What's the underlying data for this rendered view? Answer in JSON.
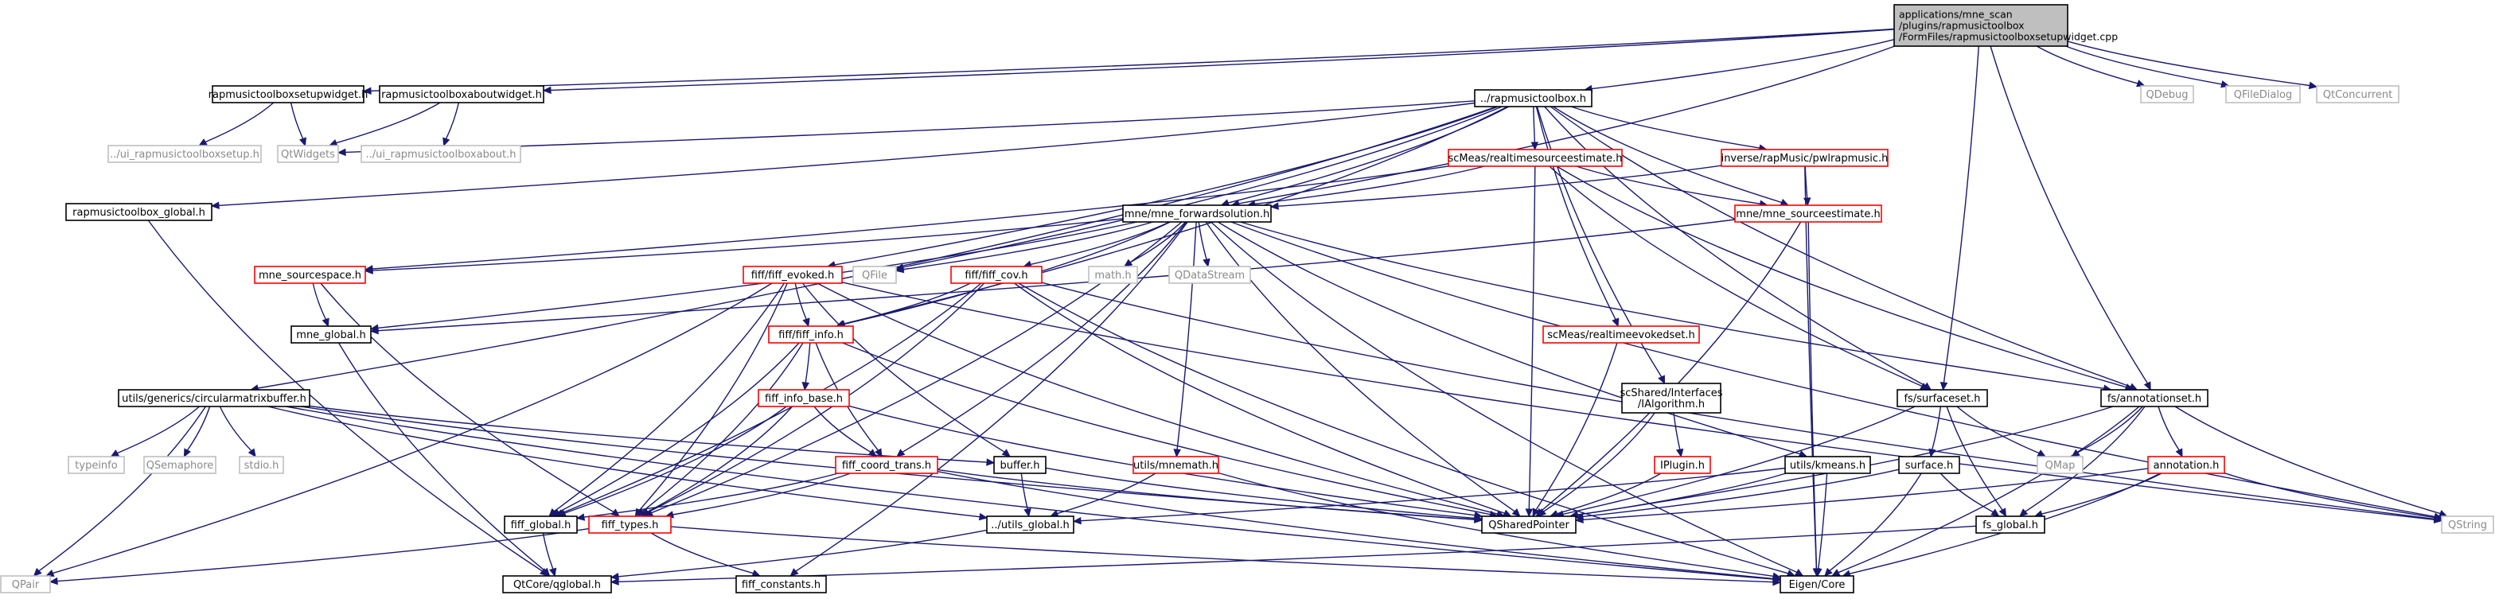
{
  "graph": {
    "root": {
      "lines": [
        "applications/mne_scan",
        "/plugins/rapmusictoolbox",
        "/FormFiles/rapmusictoolboxsetupwidget.cpp"
      ]
    },
    "nodes": [
      {
        "key": "setupwidget_h",
        "label": "rapmusictoolboxsetupwidget.h",
        "style": "normal"
      },
      {
        "key": "aboutwidget_h",
        "label": "rapmusictoolboxaboutwidget.h",
        "style": "normal"
      },
      {
        "key": "rapmusictoolbox_h",
        "label": "../rapmusictoolbox.h",
        "style": "normal"
      },
      {
        "key": "qdebug",
        "label": "QDebug",
        "style": "grey"
      },
      {
        "key": "qfiledialog",
        "label": "QFileDialog",
        "style": "grey"
      },
      {
        "key": "qtconcurrent",
        "label": "QtConcurrent",
        "style": "grey"
      },
      {
        "key": "ui_setup",
        "label": "../ui_rapmusictoolboxsetup.h",
        "style": "grey"
      },
      {
        "key": "qtwidgets",
        "label": "QtWidgets",
        "style": "grey"
      },
      {
        "key": "ui_about",
        "label": "../ui_rapmusictoolboxabout.h",
        "style": "grey"
      },
      {
        "key": "realtimesourceestimate",
        "label": "scMeas/realtimesourceestimate.h",
        "style": "red"
      },
      {
        "key": "pwlrapmusic",
        "label": "inverse/rapMusic/pwlrapmusic.h",
        "style": "red"
      },
      {
        "key": "toolbox_global",
        "label": "rapmusictoolbox_global.h",
        "style": "normal"
      },
      {
        "key": "mne_forwardsolution",
        "label": "mne/mne_forwardsolution.h",
        "style": "normal"
      },
      {
        "key": "mne_sourceestimate",
        "label": "mne/mne_sourceestimate.h",
        "style": "red"
      },
      {
        "key": "mne_sourcespace",
        "label": "mne_sourcespace.h",
        "style": "red"
      },
      {
        "key": "fiff_evoked",
        "label": "fiff/fiff_evoked.h",
        "style": "red"
      },
      {
        "key": "qfile",
        "label": "QFile",
        "style": "grey"
      },
      {
        "key": "fiff_cov",
        "label": "fiff/fiff_cov.h",
        "style": "red"
      },
      {
        "key": "math_h",
        "label": "math.h",
        "style": "grey"
      },
      {
        "key": "qdatastream",
        "label": "QDataStream",
        "style": "grey"
      },
      {
        "key": "mne_global",
        "label": "mne_global.h",
        "style": "normal"
      },
      {
        "key": "fiff_info",
        "label": "fiff/fiff_info.h",
        "style": "red"
      },
      {
        "key": "realtimeevokedset",
        "label": "scMeas/realtimeevokedset.h",
        "style": "red"
      },
      {
        "key": "circularmatrixbuffer",
        "label": "utils/generics/circularmatrixbuffer.h",
        "style": "normal"
      },
      {
        "key": "ialgorithm",
        "label": "scShared/Interfaces/IAlgorithm.h",
        "style": "normal"
      },
      {
        "key": "surfaceset",
        "label": "fs/surfaceset.h",
        "style": "normal"
      },
      {
        "key": "annotationset",
        "label": "fs/annotationset.h",
        "style": "normal"
      },
      {
        "key": "fiff_info_base",
        "label": "fiff_info_base.h",
        "style": "red"
      },
      {
        "key": "typeinfo",
        "label": "typeinfo",
        "style": "grey"
      },
      {
        "key": "qsemaphore",
        "label": "QSemaphore",
        "style": "grey"
      },
      {
        "key": "stdio_h",
        "label": "stdio.h",
        "style": "grey"
      },
      {
        "key": "fiff_coord_trans",
        "label": "fiff_coord_trans.h",
        "style": "red"
      },
      {
        "key": "buffer_h",
        "label": "buffer.h",
        "style": "normal"
      },
      {
        "key": "mnemath",
        "label": "utils/mnemath.h",
        "style": "red"
      },
      {
        "key": "iplugin",
        "label": "IPlugin.h",
        "style": "red"
      },
      {
        "key": "kmeans",
        "label": "utils/kmeans.h",
        "style": "normal"
      },
      {
        "key": "surface_h",
        "label": "surface.h",
        "style": "normal"
      },
      {
        "key": "qmap",
        "label": "QMap",
        "style": "grey"
      },
      {
        "key": "annotation_h",
        "label": "annotation.h",
        "style": "red"
      },
      {
        "key": "fiff_global",
        "label": "fiff_global.h",
        "style": "normal"
      },
      {
        "key": "fiff_types",
        "label": "fiff_types.h",
        "style": "red"
      },
      {
        "key": "utils_global",
        "label": "../utils_global.h",
        "style": "normal"
      },
      {
        "key": "qsharedpointer",
        "label": "QSharedPointer",
        "style": "normal"
      },
      {
        "key": "fs_global",
        "label": "fs_global.h",
        "style": "normal"
      },
      {
        "key": "qstring",
        "label": "QString",
        "style": "grey"
      },
      {
        "key": "qpair",
        "label": "QPair",
        "style": "grey"
      },
      {
        "key": "qglobal",
        "label": "QtCore/qglobal.h",
        "style": "normal"
      },
      {
        "key": "fiff_constants",
        "label": "fiff_constants.h",
        "style": "normal"
      },
      {
        "key": "eigen_core",
        "label": "Eigen/Core",
        "style": "normal"
      }
    ],
    "edges": [
      [
        "root",
        "setupwidget_h"
      ],
      [
        "root",
        "aboutwidget_h"
      ],
      [
        "root",
        "rapmusictoolbox_h"
      ],
      [
        "root",
        "qdebug"
      ],
      [
        "root",
        "qfiledialog"
      ],
      [
        "root",
        "qtconcurrent"
      ],
      [
        "root",
        "mne_forwardsolution"
      ],
      [
        "root",
        "surfaceset"
      ],
      [
        "root",
        "annotationset"
      ],
      [
        "setupwidget_h",
        "ui_setup"
      ],
      [
        "setupwidget_h",
        "qtwidgets"
      ],
      [
        "aboutwidget_h",
        "qtwidgets"
      ],
      [
        "aboutwidget_h",
        "ui_about"
      ],
      [
        "rapmusictoolbox_h",
        "qtwidgets"
      ],
      [
        "rapmusictoolbox_h",
        "toolbox_global"
      ],
      [
        "rapmusictoolbox_h",
        "realtimesourceestimate"
      ],
      [
        "rapmusictoolbox_h",
        "pwlrapmusic"
      ],
      [
        "rapmusictoolbox_h",
        "mne_forwardsolution"
      ],
      [
        "rapmusictoolbox_h",
        "mne_sourceestimate"
      ],
      [
        "rapmusictoolbox_h",
        "circularmatrixbuffer"
      ],
      [
        "rapmusictoolbox_h",
        "fiff_evoked"
      ],
      [
        "rapmusictoolbox_h",
        "fiff_info"
      ],
      [
        "rapmusictoolbox_h",
        "qfile"
      ],
      [
        "rapmusictoolbox_h",
        "realtimeevokedset"
      ],
      [
        "rapmusictoolbox_h",
        "ialgorithm"
      ],
      [
        "rapmusictoolbox_h",
        "surfaceset"
      ],
      [
        "rapmusictoolbox_h",
        "annotationset"
      ],
      [
        "toolbox_global",
        "qglobal"
      ],
      [
        "realtimesourceestimate",
        "mne_forwardsolution"
      ],
      [
        "realtimesourceestimate",
        "mne_sourceestimate"
      ],
      [
        "realtimesourceestimate",
        "mne_sourcespace"
      ],
      [
        "realtimesourceestimate",
        "qsharedpointer"
      ],
      [
        "realtimesourceestimate",
        "surfaceset"
      ],
      [
        "realtimesourceestimate",
        "annotationset"
      ],
      [
        "pwlrapmusic",
        "mne_forwardsolution"
      ],
      [
        "pwlrapmusic",
        "mne_sourceestimate"
      ],
      [
        "pwlrapmusic",
        "eigen_core"
      ],
      [
        "mne_forwardsolution",
        "mne_sourcespace"
      ],
      [
        "mne_forwardsolution",
        "mne_global"
      ],
      [
        "mne_forwardsolution",
        "qfile"
      ],
      [
        "mne_forwardsolution",
        "fiff_cov"
      ],
      [
        "mne_forwardsolution",
        "math_h"
      ],
      [
        "mne_forwardsolution",
        "qdatastream"
      ],
      [
        "mne_forwardsolution",
        "fiff_info"
      ],
      [
        "mne_forwardsolution",
        "fiff_types"
      ],
      [
        "mne_forwardsolution",
        "fiff_coord_trans"
      ],
      [
        "mne_forwardsolution",
        "mnemath"
      ],
      [
        "mne_forwardsolution",
        "kmeans"
      ],
      [
        "mne_forwardsolution",
        "qsharedpointer"
      ],
      [
        "mne_forwardsolution",
        "annotationset"
      ],
      [
        "mne_forwardsolution",
        "eigen_core"
      ],
      [
        "mne_forwardsolution",
        "fiff_constants"
      ],
      [
        "mne_forwardsolution",
        "qstring"
      ],
      [
        "mne_sourceestimate",
        "mne_global"
      ],
      [
        "mne_sourceestimate",
        "qsharedpointer"
      ],
      [
        "mne_sourceestimate",
        "eigen_core"
      ],
      [
        "mne_sourcespace",
        "mne_global"
      ],
      [
        "mne_sourcespace",
        "fiff_types"
      ],
      [
        "mne_global",
        "qglobal"
      ],
      [
        "fiff_evoked",
        "fiff_info"
      ],
      [
        "fiff_evoked",
        "fiff_global"
      ],
      [
        "fiff_evoked",
        "fiff_types"
      ],
      [
        "fiff_evoked",
        "qsharedpointer"
      ],
      [
        "fiff_evoked",
        "qpair"
      ],
      [
        "fiff_evoked",
        "buffer_h"
      ],
      [
        "fiff_evoked",
        "qstring"
      ],
      [
        "fiff_cov",
        "fiff_info"
      ],
      [
        "fiff_cov",
        "fiff_global"
      ],
      [
        "fiff_cov",
        "fiff_types"
      ],
      [
        "fiff_cov",
        "qsharedpointer"
      ],
      [
        "fiff_cov",
        "eigen_core"
      ],
      [
        "fiff_cov",
        "qstring"
      ],
      [
        "fiff_info",
        "fiff_info_base"
      ],
      [
        "fiff_info",
        "fiff_global"
      ],
      [
        "fiff_info",
        "fiff_types"
      ],
      [
        "fiff_info",
        "fiff_coord_trans"
      ],
      [
        "fiff_info",
        "qsharedpointer"
      ],
      [
        "fiff_info_base",
        "fiff_coord_trans"
      ],
      [
        "fiff_info_base",
        "fiff_global"
      ],
      [
        "fiff_info_base",
        "fiff_types"
      ],
      [
        "fiff_info_base",
        "qsharedpointer"
      ],
      [
        "fiff_coord_trans",
        "fiff_global"
      ],
      [
        "fiff_coord_trans",
        "fiff_types"
      ],
      [
        "fiff_coord_trans",
        "qsharedpointer"
      ],
      [
        "fiff_coord_trans",
        "eigen_core"
      ],
      [
        "fiff_types",
        "fiff_constants"
      ],
      [
        "fiff_types",
        "qpair"
      ],
      [
        "fiff_types",
        "eigen_core"
      ],
      [
        "fiff_global",
        "qglobal"
      ],
      [
        "realtimeevokedset",
        "qsharedpointer"
      ],
      [
        "circularmatrixbuffer",
        "typeinfo"
      ],
      [
        "circularmatrixbuffer",
        "qsemaphore"
      ],
      [
        "circularmatrixbuffer",
        "stdio_h"
      ],
      [
        "circularmatrixbuffer",
        "qpair"
      ],
      [
        "circularmatrixbuffer",
        "buffer_h"
      ],
      [
        "circularmatrixbuffer",
        "utils_global"
      ],
      [
        "circularmatrixbuffer",
        "qsharedpointer"
      ],
      [
        "circularmatrixbuffer",
        "eigen_core"
      ],
      [
        "buffer_h",
        "utils_global"
      ],
      [
        "buffer_h",
        "qsharedpointer"
      ],
      [
        "utils_global",
        "qglobal"
      ],
      [
        "mnemath",
        "utils_global"
      ],
      [
        "mnemath",
        "eigen_core"
      ],
      [
        "ialgorithm",
        "iplugin"
      ],
      [
        "ialgorithm",
        "qsharedpointer"
      ],
      [
        "iplugin",
        "qsharedpointer"
      ],
      [
        "kmeans",
        "utils_global"
      ],
      [
        "kmeans",
        "qsharedpointer"
      ],
      [
        "kmeans",
        "eigen_core"
      ],
      [
        "surfaceset",
        "surface_h"
      ],
      [
        "surfaceset",
        "qmap"
      ],
      [
        "surfaceset",
        "fs_global"
      ],
      [
        "surfaceset",
        "qsharedpointer"
      ],
      [
        "surface_h",
        "fs_global"
      ],
      [
        "surface_h",
        "qsharedpointer"
      ],
      [
        "surface_h",
        "eigen_core"
      ],
      [
        "annotationset",
        "annotation_h"
      ],
      [
        "annotationset",
        "qmap"
      ],
      [
        "annotationset",
        "fs_global"
      ],
      [
        "annotationset",
        "qsharedpointer"
      ],
      [
        "annotationset",
        "qstring"
      ],
      [
        "annotationset",
        "eigen_core"
      ],
      [
        "annotation_h",
        "fs_global"
      ],
      [
        "annotation_h",
        "qsharedpointer"
      ],
      [
        "annotation_h",
        "qstring"
      ],
      [
        "annotation_h",
        "eigen_core"
      ],
      [
        "fs_global",
        "qglobal"
      ]
    ]
  },
  "colors": {
    "normal_border": "#000000",
    "grey_border": "#bfbfbf",
    "red_border": "#ff0000",
    "root_fill": "#bfbfbf",
    "edge": "#191970"
  }
}
